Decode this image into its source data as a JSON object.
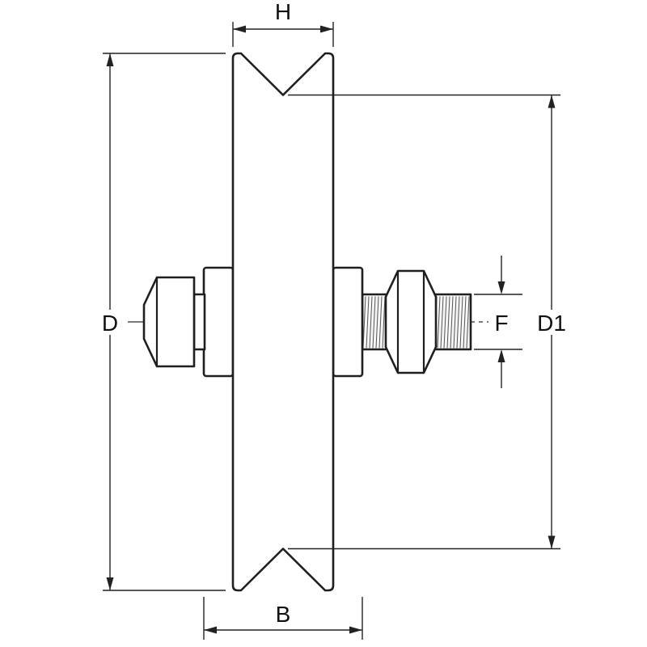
{
  "diagram": {
    "type": "technical-drawing",
    "dimension_labels": {
      "rim_width_top": "H",
      "outer_diameter_left": "D",
      "groove_diameter_right": "D1",
      "shaft_diameter_right": "F",
      "hub_width_bottom": "B"
    },
    "colors": {
      "line": "#1f1f1f",
      "dimension_line": "#222222",
      "background": "#ffffff",
      "thread_hatch": "#555555"
    }
  }
}
